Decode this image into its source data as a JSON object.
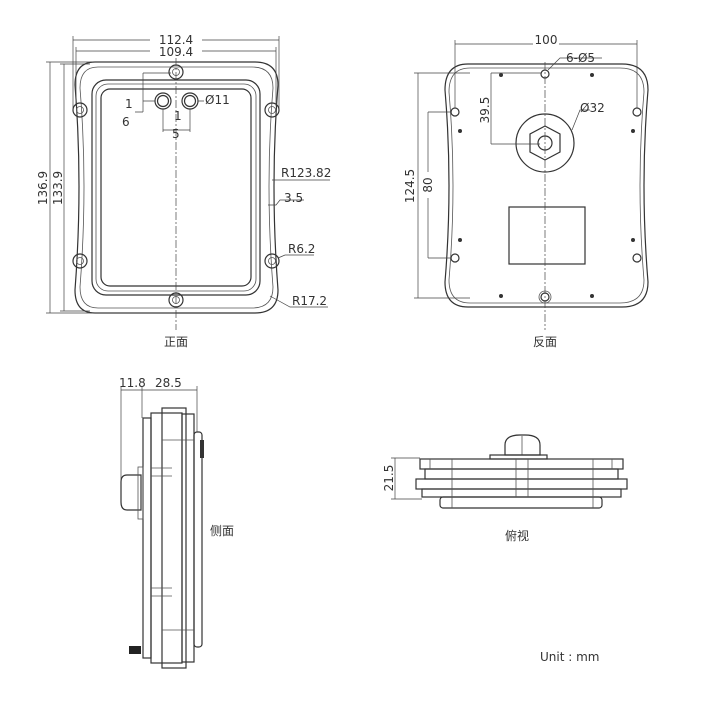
{
  "views": {
    "front": {
      "caption": "正面",
      "dims": {
        "overall_width": "112.4",
        "inner_width": "109.4",
        "overall_height": "136.9",
        "inner_height": "133.9",
        "port_diameter": "Ø11",
        "port_offset_a": "1",
        "port_offset_b": "6",
        "port_spacing_a": "1",
        "port_spacing_b": "5",
        "side_radius": "R123.82",
        "rim": "3.5",
        "ear_radius": "R6.2",
        "corner_radius": "R17.2"
      }
    },
    "back": {
      "caption": "反面",
      "dims": {
        "hole_spacing_width": "100",
        "holes": "6-Ø5",
        "gland_diameter": "Ø32",
        "gland_offset": "39.5",
        "overall_height": "124.5",
        "hole_spacing_height": "80"
      }
    },
    "side": {
      "caption": "侧面",
      "dims": {
        "gland_depth": "11.8",
        "body_depth": "28.5"
      }
    },
    "top": {
      "caption": "俯视",
      "dims": {
        "height": "21.5"
      }
    }
  },
  "unit_note": "Unit : mm"
}
